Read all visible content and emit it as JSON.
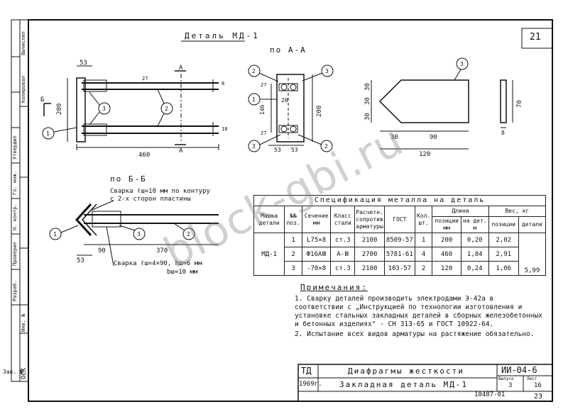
{
  "sheet_number": "21",
  "title_detail": "Деталь МД-1",
  "view_a_title": "по А-А",
  "view_b_title": "по Б-Б",
  "section_a": "А",
  "section_b": "Б",
  "callouts": [
    "1",
    "2",
    "3"
  ],
  "dims_main": {
    "d53": "53",
    "d27": "27",
    "d8": "8",
    "d200": "200",
    "d460": "460",
    "d18": "18"
  },
  "dims_aa": {
    "d27": "27",
    "d146": "146",
    "d27b": "27",
    "d20": "20",
    "d200": "200",
    "d53a": "53",
    "d53b": "53"
  },
  "dims_plate": {
    "d30a": "30",
    "d30b": "30",
    "d30c": "30",
    "d30d": "30",
    "d90": "90",
    "d120": "120",
    "d70": "70",
    "d8": "8"
  },
  "dims_bb": {
    "d90": "90",
    "d370": "370",
    "d53": "53"
  },
  "weld_top_1": "Сварка ℓш=10 мм по контуру",
  "weld_top_2": "с 2-х сторон пластины",
  "weld_bot_1": "Сварка ℓш=4×90, hш=6 мм",
  "weld_bot_2": "bш=10 мм",
  "spec": {
    "title": "Спецификация металла на деталь",
    "headers": {
      "marka": "Марка детали",
      "poz": "№№ поз.",
      "sechenie": "Сечение мм",
      "klass": "Класс стали",
      "soprot": "Расчетн. сопротив арматуры",
      "gost": "ГОСТ",
      "kol": "Кол. шт.",
      "dlina": "Длина",
      "dlina_poz": "позиции мм",
      "dlina_det": "на дет. м",
      "ves": "Вес, кг",
      "ves_poz": "позиции",
      "ves_det": "детали"
    },
    "mark": "МД-1",
    "rows": [
      {
        "poz": "1",
        "sech": "L75×8",
        "klass": "ст.3",
        "sopr": "2100",
        "gost": "8509-57",
        "kol": "1",
        "lpoz": "200",
        "ldet": "0,20",
        "vpoz": "2,02"
      },
      {
        "poz": "2",
        "sech": "Ф16АⅢ",
        "klass": "А-Ⅲ",
        "sopr": "2700",
        "gost": "5781-61",
        "kol": "4",
        "lpoz": "460",
        "ldet": "1,84",
        "vpoz": "2,91"
      },
      {
        "poz": "3",
        "sech": "-70×8",
        "klass": "ст.3",
        "sopr": "2100",
        "gost": "103-57",
        "kol": "2",
        "lpoz": "120",
        "ldet": "0,24",
        "vpoz": "1,06"
      }
    ],
    "total": "5,99"
  },
  "notes": {
    "title": "Примечания:",
    "items": [
      "1. Сварку деталей производить электродами Э-42а в соответствии с „Инструкцией по технологии изготовления и установке стальных закладных деталей в сборных железобетонных и бетонных изделиях\" - СН 313-65 и ГОСТ 10922-64.",
      "2. Испытание всех видов арматуры на растяжение обязательно."
    ]
  },
  "title_block": {
    "td": "ТД",
    "year": "1969г.",
    "name1": "Диафрагмы жесткости",
    "name2": "Закладная деталь МД-1",
    "code": "ИИ-04-6",
    "vypusk_label": "Выпуск",
    "vypusk": "3",
    "list_label": "Лист",
    "list": "16",
    "bottom_num": "10487-01",
    "page": "23"
  },
  "side_labels": [
    "ОСК",
    "Инв. №",
    "Разраб.",
    "Проверил",
    "Н. контр.",
    "Гл. инж.",
    "Утвердил",
    "Копировал",
    "Вычислял"
  ],
  "corner": "Зак. №",
  "watermark": "block-gbi.ru"
}
